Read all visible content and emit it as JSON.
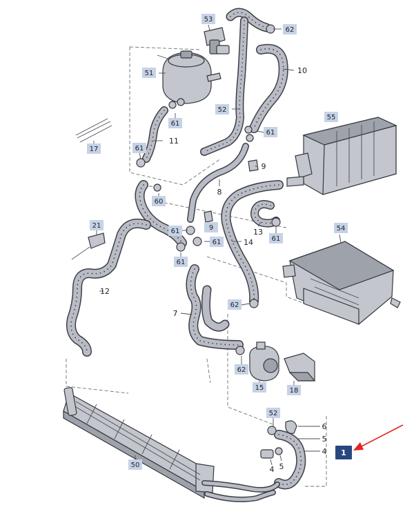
{
  "diagram": {
    "labels": [
      "53",
      "62",
      "51",
      "10",
      "52",
      "61",
      "61",
      "17",
      "61",
      "11",
      "55",
      "61",
      "9",
      "60",
      "8",
      "21",
      "61",
      "13",
      "54",
      "61",
      "61",
      "14",
      "61",
      "12",
      "7",
      "62",
      "62",
      "15",
      "18",
      "50",
      "52",
      "6",
      "5",
      "4",
      "5",
      "4"
    ],
    "highlight": "1",
    "colors": {
      "label_bg": "#c6d2e6",
      "highlight_bg": "#27477f",
      "arrow": "#e0261e",
      "hose": "#b9bcc4"
    }
  }
}
